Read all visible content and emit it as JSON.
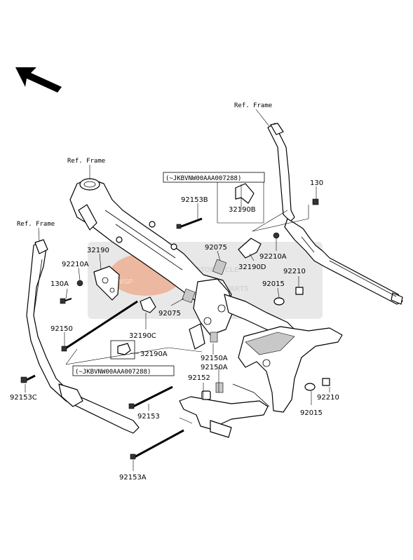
{
  "watermark": {
    "logo": "MSP",
    "line1": "MOTORCYCLE",
    "line2": "SPARE PARTS",
    "accent_color": "#e05a1a",
    "box_color": "#d6d6d6"
  },
  "ref_labels": {
    "top_right": "Ref. Frame",
    "center": "Ref. Frame",
    "left": "Ref. Frame"
  },
  "serial_notes": {
    "upper": "(~JKBVNW00AAA007288)",
    "lower": "(~JKBVNW00AAA007288)"
  },
  "parts": {
    "p130": "130",
    "p92153B": "92153B",
    "p32190B": "32190B",
    "p92075_top": "92075",
    "p32190": "32190",
    "p92210A_left": "92210A",
    "p92210A_right": "92210A",
    "p32190D": "32190D",
    "p92210_top": "92210",
    "p130A": "130A",
    "p92015_top": "92015",
    "p92075_mid": "92075",
    "p92150": "92150",
    "p32190C": "32190C",
    "p32190A": "32190A",
    "p92150A_1": "92150A",
    "p92150A_2": "92150A",
    "p92152": "92152",
    "p92153C": "92153C",
    "p92153": "92153",
    "p92210_bottom": "92210",
    "p92015_bottom": "92015",
    "p92153A": "92153A"
  }
}
